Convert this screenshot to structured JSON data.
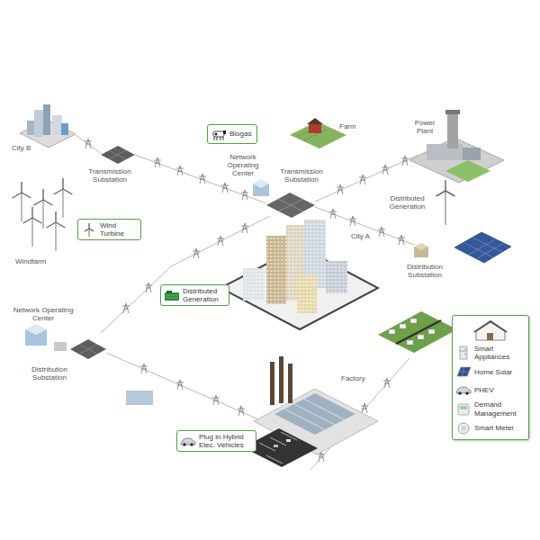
{
  "diagram": {
    "nodes": [
      {
        "text": [
          "Biogas"
        ]
      },
      {
        "text": [
          "Wind Turbine"
        ]
      },
      {
        "text": [
          "Distributed Generation"
        ]
      },
      {
        "text": [
          "Smart Appliances",
          "Home Solar",
          "PHEV",
          "Demand Management",
          "Smart Meter"
        ]
      },
      {
        "text": [
          "Plug in Hybrid Elec. Vehicles"
        ]
      }
    ],
    "labels": [
      "City B",
      "Transmission Substation",
      "Farm",
      "Power Plant",
      "Network Operating Center",
      "Transmission Substation",
      "Distributed Generation",
      "Windfarm",
      "City A",
      "Distribution Substation",
      "Network Operating Center",
      "Distribution Substation",
      "Factory"
    ]
  }
}
